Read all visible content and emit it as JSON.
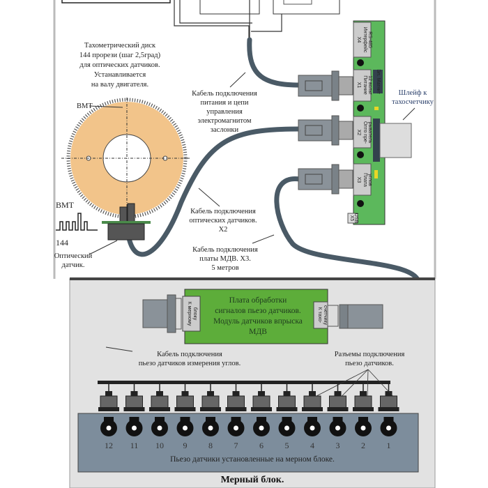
{
  "disk": {
    "description_lines": [
      "Тахометрический диск",
      "144 прорези (шаг 2,5град)",
      "для оптических датчиков.",
      "Устанавливается",
      "на валу двигателя."
    ],
    "vmt_label": "ВМТ",
    "signal_vmt_label": "ВМТ",
    "signal_count_label": "144",
    "sensor_label_lines": [
      "Оптический",
      "датчик."
    ],
    "color": "#f2c48a"
  },
  "cables": {
    "power_lines": [
      "Кабель подключения",
      "питания и цепи",
      "управления",
      "электромагнитом",
      "заслонки"
    ],
    "optical_lines": [
      "Кабель подключения",
      "оптических датчиков.",
      "X2"
    ],
    "mdv_lines": [
      "Кабель подключения",
      "платы МДВ. X3.",
      "5 метров"
    ],
    "piezo_lines": [
      "Кабель подключения",
      "пьезо датчиков измерения углов."
    ],
    "ribbon_lines": [
      "Шлейф к",
      "тахосчетчику"
    ]
  },
  "main_board": {
    "color": "#5cb85c",
    "connectors": [
      {
        "id": "X4",
        "label_lines": [
          "Интерфейс",
          "RS-485"
        ]
      },
      {
        "id": "X1",
        "label_lines": [
          "Питание",
          "12 вольт"
        ]
      },
      {
        "id": "X2",
        "label_lines": [
          "Опто пре-",
          "рыватель"
        ]
      },
      {
        "id": "X3",
        "label_lines": [
          "Плата",
          "углов"
        ]
      },
      {
        "id": "X5",
        "label_lines": [
          "USB"
        ]
      }
    ],
    "chip_label": "Эл. Магнит"
  },
  "mdv_board": {
    "color": "#5dad3a",
    "title_lines": [
      "Плата обработки",
      "сигналов пьезо датчиков.",
      "Модуль датчиков впрыска",
      "МДВ"
    ],
    "left_connector_lines": [
      "К мерному",
      "блоку"
    ],
    "right_connector_lines": [
      "К тахо-",
      "счетчику"
    ]
  },
  "piezo": {
    "connectors_label_lines": [
      "Разъемы подключения",
      "пьезо датчиков."
    ],
    "sensor_numbers": [
      "12",
      "11",
      "10",
      "9",
      "8",
      "7",
      "6",
      "5",
      "4",
      "3",
      "2",
      "1"
    ],
    "block_caption": "Пьезо датчики установленные на мерном блоке.",
    "block_color": "#7d8d9c"
  },
  "footer": {
    "title": "Мерный блок."
  }
}
